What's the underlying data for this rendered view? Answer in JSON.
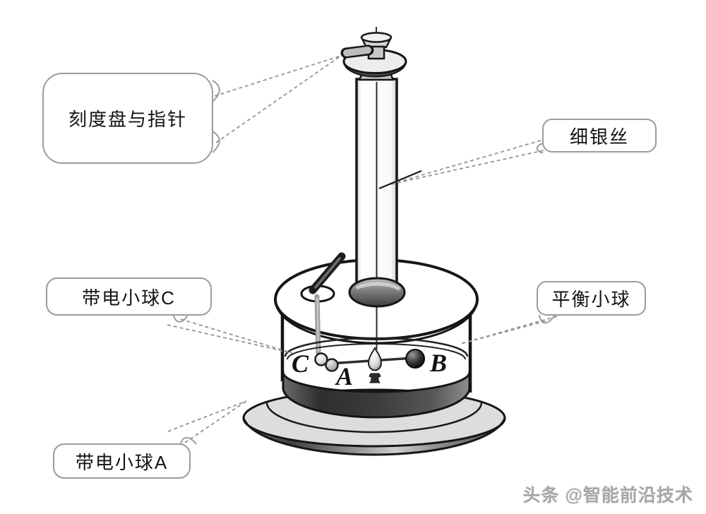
{
  "callouts": {
    "dial_pointer": {
      "label": "刻度盘与指针"
    },
    "silver_wire": {
      "label": "细银丝"
    },
    "charged_ball_c": {
      "label": "带电小球C"
    },
    "balance_ball": {
      "label": "平衡小球"
    },
    "charged_ball_a": {
      "label": "带电小球A"
    }
  },
  "diagram": {
    "ball_markers": {
      "c": "C",
      "a": "A",
      "b": "B"
    }
  },
  "watermark": {
    "text": "头条 @智能前沿技术"
  },
  "colors": {
    "outline": "#1a1a1a",
    "callout_border": "#9b9b9b",
    "leader_line": "#949494",
    "base_gray": "#dcdddd",
    "watermark_gray": "#a6a6a6"
  }
}
